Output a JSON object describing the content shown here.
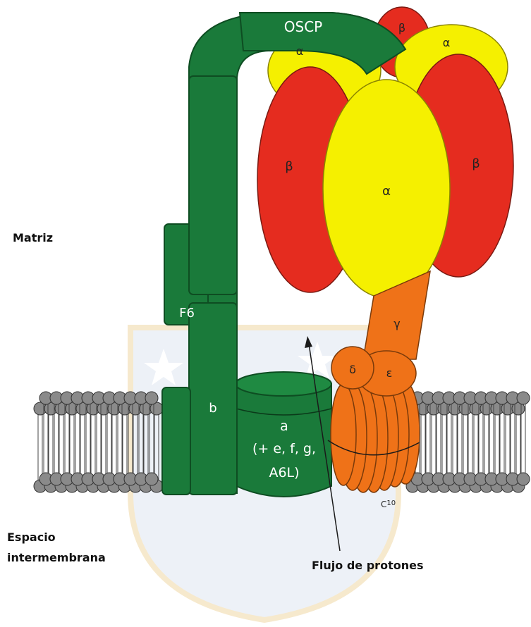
{
  "labels": {
    "oscp": "OSCP",
    "beta_top": "β",
    "alpha_left_top": "α",
    "alpha_right_top": "α",
    "beta_left": "β",
    "beta_right": "β",
    "alpha_center": "α",
    "gamma": "γ",
    "delta": "δ",
    "epsilon": "ε",
    "f6": "F6",
    "b": "b",
    "a_line1": "a",
    "a_line2": "(+ e, f, g,",
    "a_line3": "A6L)",
    "c10_main": "C",
    "c10_sub": "10",
    "matriz": "Matriz",
    "espacio_line1": "Espacio",
    "espacio_line2": "intermembrana",
    "flujo": "Flujo de protones"
  },
  "colors": {
    "green": "#1a7a3a",
    "green_border": "#0e4d22",
    "red": "#e52c1f",
    "yellow": "#f5f000",
    "orange": "#ef7218",
    "lipid_head": "#8a8a8a",
    "watermark_blue": "#c8d3e6",
    "watermark_gold": "#f0d8a6"
  }
}
